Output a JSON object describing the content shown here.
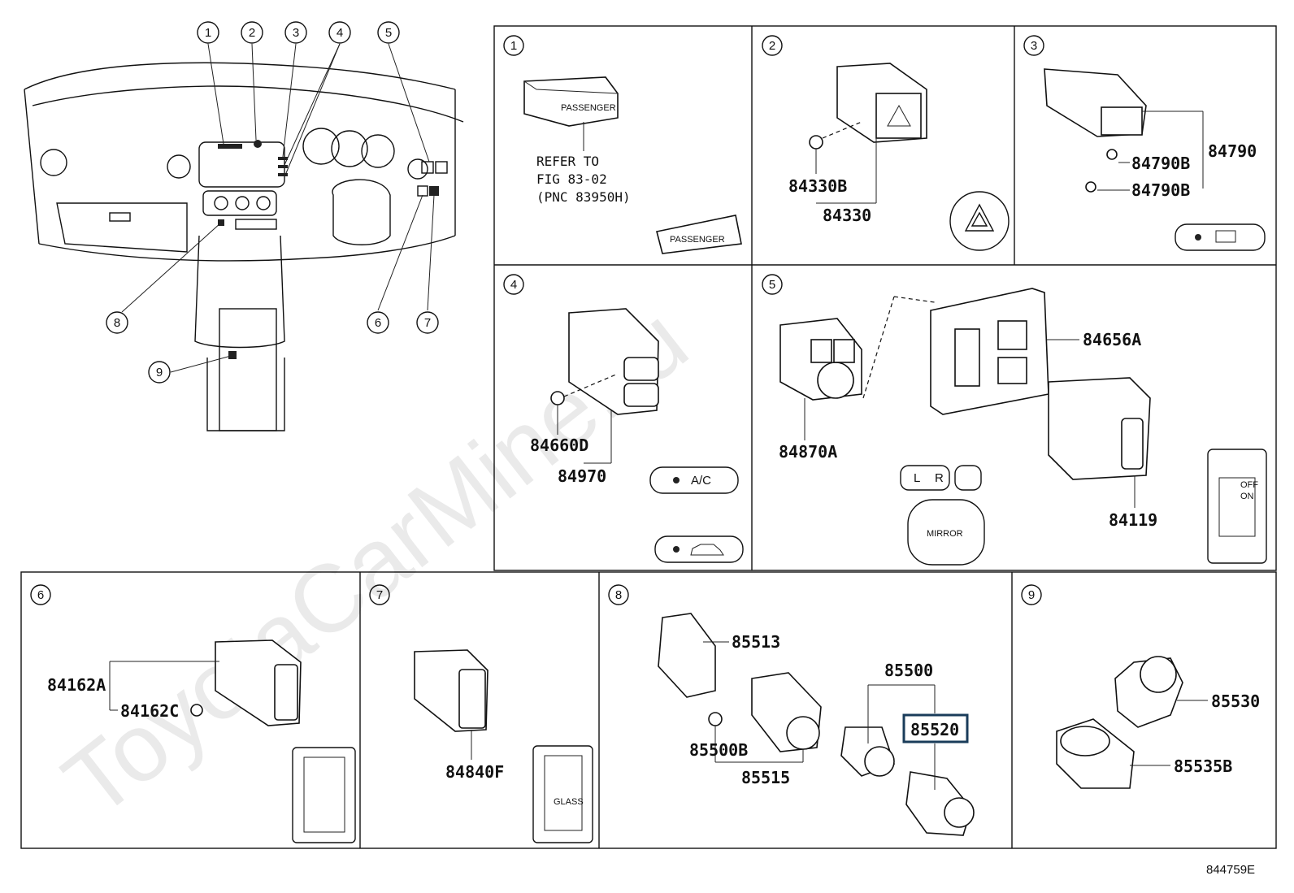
{
  "figure_id": "844759E",
  "watermark": "ToyotaCarMine.ru",
  "overview": {
    "callouts": [
      "1",
      "2",
      "3",
      "4",
      "5",
      "6",
      "7",
      "8",
      "9"
    ]
  },
  "panels": [
    {
      "id": "1",
      "parts": [],
      "note_lines": [
        "REFER TO",
        "FIG 83-02",
        "(PNC 83950H)"
      ],
      "part_label": "PASSENGER",
      "legend_text": "PASSENGER"
    },
    {
      "id": "2",
      "parts": [
        "84330B",
        "84330"
      ]
    },
    {
      "id": "3",
      "parts": [
        "84790B",
        "84790B",
        "84790"
      ]
    },
    {
      "id": "4",
      "parts": [
        "84660D",
        "84970"
      ],
      "legend_text": "A/C"
    },
    {
      "id": "5",
      "parts": [
        "84656A",
        "84870A",
        "84119"
      ],
      "mirror_text": "MIRROR",
      "lr": [
        "L",
        "R"
      ],
      "dimmer": [
        "OFF",
        "ON"
      ]
    },
    {
      "id": "6",
      "parts": [
        "84162A",
        "84162C"
      ]
    },
    {
      "id": "7",
      "parts": [
        "84840F"
      ],
      "legend_text": "GLASS"
    },
    {
      "id": "8",
      "parts": [
        "85513",
        "85500",
        "85520",
        "85500B",
        "85515"
      ],
      "highlighted": "85520"
    },
    {
      "id": "9",
      "parts": [
        "85530",
        "85535B"
      ]
    }
  ]
}
